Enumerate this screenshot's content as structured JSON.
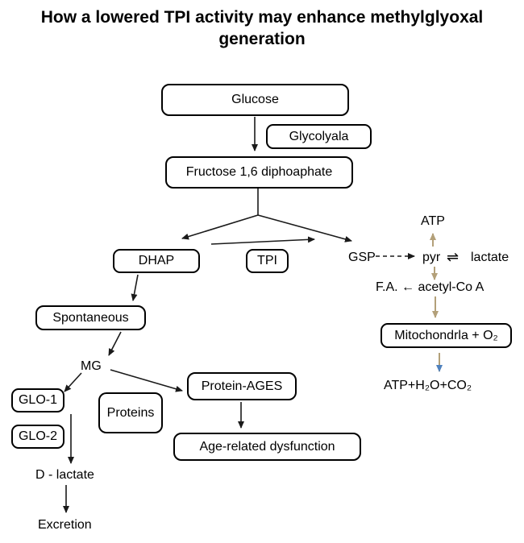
{
  "title": {
    "line1": "How a lowered TPI activity may enhance methylglyoxal",
    "line2": "generation"
  },
  "boxes": {
    "glucose": "Glucose",
    "glycolyala": "Glycolyala",
    "fructose": "Fructose 1,6 diphoaphate",
    "dhap": "DHAP",
    "tpi": "TPI",
    "spontaneous": "Spontaneous",
    "glo1": "GLO-1",
    "glo2": "GLO-2",
    "proteins": "Proteins",
    "protein_ages": "Protein-AGES",
    "mitochondria": "Mitochondrla + O₂",
    "age_related": "Age-related dysfunction"
  },
  "labels": {
    "atp": "ATP",
    "gsp": "GSP",
    "pyr": "pyr",
    "reversible_arrow": "⇌",
    "lactate": "lactate",
    "fa_acetyl": "F.A. ← acetyl-Co A",
    "mg": "MG",
    "atp_h2o_co2": "ATP+H₂O+CO₂",
    "d_lactate": "D - lactate",
    "excretion": "Excretion"
  },
  "colors": {
    "box_border": "#000000",
    "arrow_black": "#1a1a1a",
    "arrow_tan": "#b3a079",
    "arrow_blue_head": "#4f81bd",
    "background": "#ffffff",
    "text": "#000000"
  }
}
